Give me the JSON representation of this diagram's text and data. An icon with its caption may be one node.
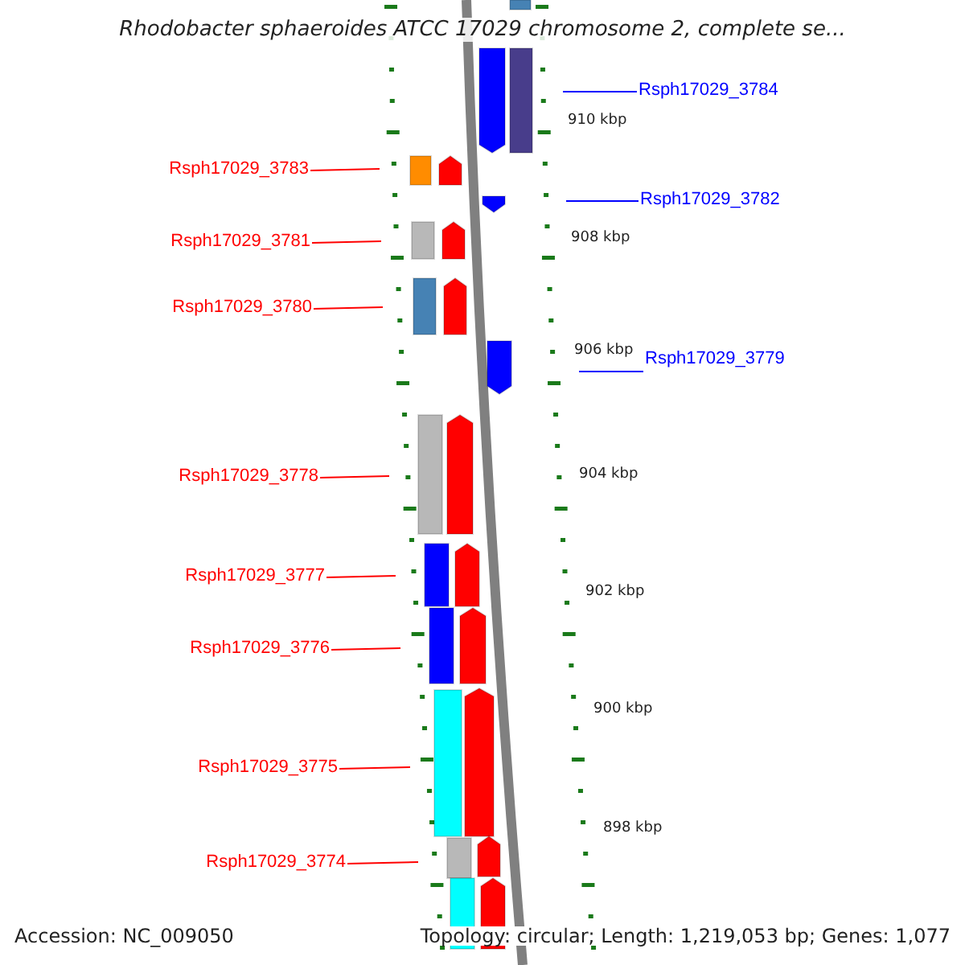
{
  "diagram": {
    "title": "Rhodobacter sphaeroides ATCC 17029 chromosome 2, complete se...",
    "nodes": [
      {
        "text": [
          "Rsph17029_3784"
        ]
      },
      {
        "text": [
          "Rsph17029_3783"
        ]
      },
      {
        "text": [
          "Rsph17029_3782"
        ]
      },
      {
        "text": [
          "Rsph17029_3781"
        ]
      },
      {
        "text": [
          "Rsph17029_3780"
        ]
      },
      {
        "text": [
          "Rsph17029_3779"
        ]
      },
      {
        "text": [
          "Rsph17029_3778"
        ]
      },
      {
        "text": [
          "Rsph17029_3777"
        ]
      },
      {
        "text": [
          "Rsph17029_3776"
        ]
      },
      {
        "text": [
          "Rsph17029_3775"
        ]
      },
      {
        "text": [
          "Rsph17029_3774"
        ]
      }
    ],
    "edges": [
      {
        "from": 0,
        "to": null,
        "arrow": "none",
        "color": "#0000ff"
      },
      {
        "from": 1,
        "to": null,
        "arrow": "none"
      },
      {
        "from": 2,
        "to": null,
        "arrow": "none",
        "color": "#0000ff"
      },
      {
        "from": 3,
        "to": null,
        "arrow": "none"
      },
      {
        "from": 4,
        "to": null,
        "arrow": "none"
      },
      {
        "from": 5,
        "to": null,
        "arrow": "none",
        "color": "#0000ff"
      },
      {
        "from": 6,
        "to": null,
        "arrow": "none"
      },
      {
        "from": 7,
        "to": null,
        "arrow": "none"
      },
      {
        "from": 8,
        "to": null,
        "arrow": "none"
      },
      {
        "from": 9,
        "to": null,
        "arrow": "none"
      },
      {
        "from": 10,
        "to": null,
        "arrow": "none"
      }
    ],
    "labels": [
      "910 kbp",
      "908 kbp",
      "906 kbp",
      "904 kbp",
      "902 kbp",
      "900 kbp",
      "898 kbp",
      "Accession: NC_009050",
      "Topology: circular; Length: 1,219,053 bp; Genes: 1,077"
    ]
  }
}
